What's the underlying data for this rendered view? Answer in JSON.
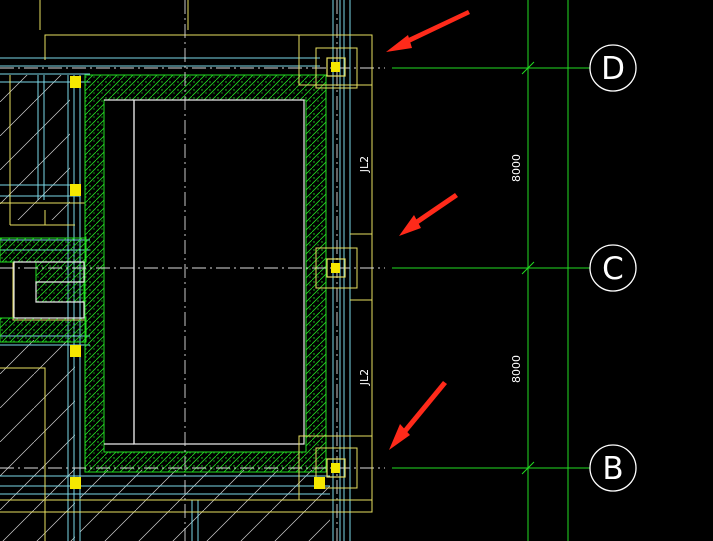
{
  "drawing": {
    "background": "#000000",
    "colors": {
      "yellow": "#e8e060",
      "cyan": "#7ad8e8",
      "green": "#22dd22",
      "white": "#ffffff",
      "red": "#ff2a1a",
      "column_fill": "#f5e800"
    },
    "axes": [
      {
        "label": "D"
      },
      {
        "label": "C"
      },
      {
        "label": "B"
      }
    ],
    "dimensions": [
      {
        "text": "8000"
      },
      {
        "text": "8000"
      }
    ],
    "beam_labels": [
      {
        "text": "JL2"
      },
      {
        "text": "JL2"
      }
    ],
    "annotations": [
      {
        "type": "red-arrow",
        "target": "foundation-D"
      },
      {
        "type": "red-arrow",
        "target": "foundation-C"
      },
      {
        "type": "red-arrow",
        "target": "foundation-B"
      }
    ]
  }
}
